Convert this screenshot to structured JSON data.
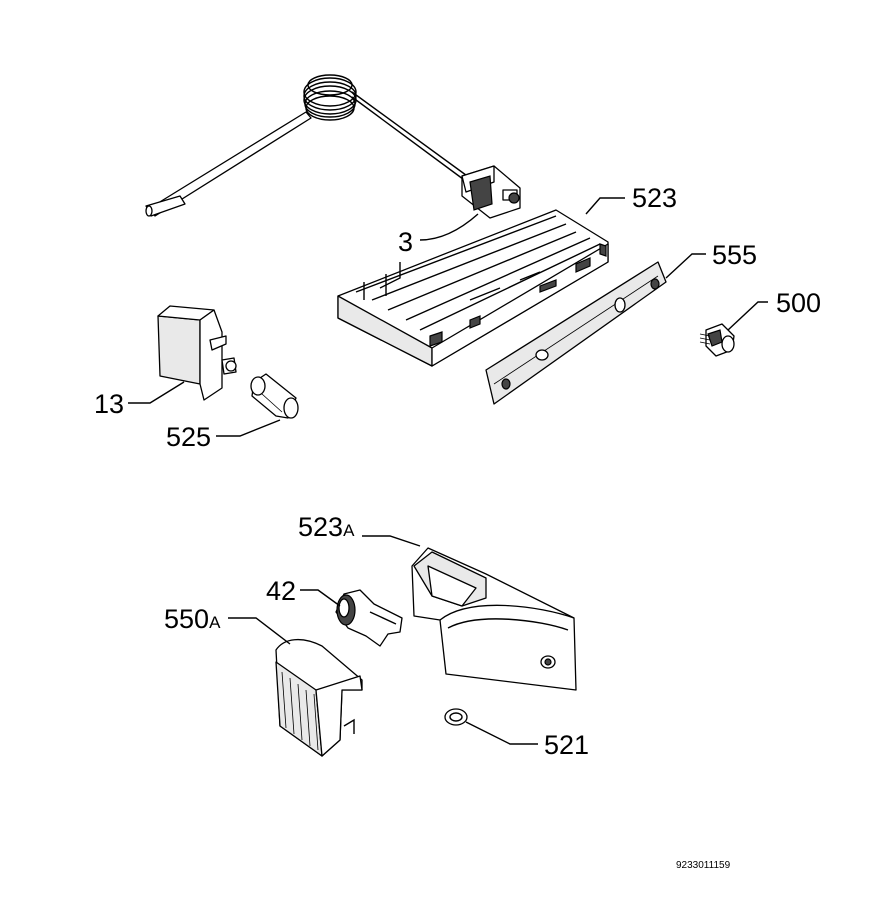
{
  "diagram": {
    "labels": {
      "p3": "3",
      "p13": "13",
      "p42": "42",
      "p500": "500",
      "p521": "521",
      "p523": "523",
      "p523a_num": "523",
      "p523a_suffix": "A",
      "p525": "525",
      "p550a_num": "550",
      "p550a_suffix": "A",
      "p555": "555"
    },
    "document_code": "9233011159"
  }
}
